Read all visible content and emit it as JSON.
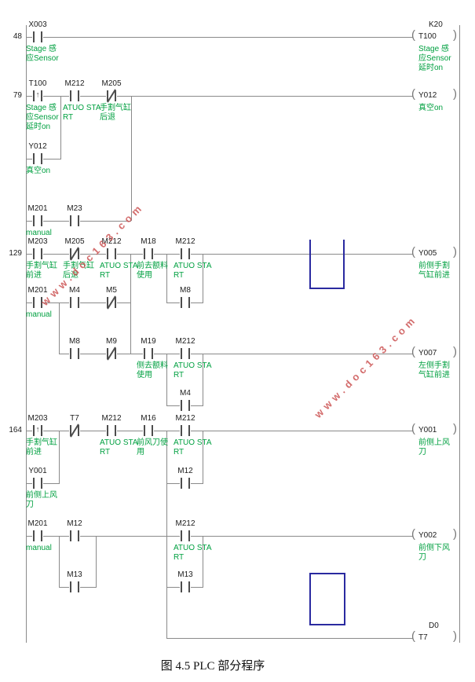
{
  "caption": "图 4.5 PLC 部分程序",
  "watermark": {
    "text": "www.doc163.com"
  },
  "colors": {
    "wire_gray": "#8a8a8a",
    "symbol_gray": "#4d4d4d",
    "comment_green": "#00a040",
    "label_black": "#1c1c1c",
    "watermark_red": "#cb5252",
    "selection_blue": "#2a2aa0",
    "background": "#ffffff"
  },
  "rungs": {
    "r48": {
      "number": "48",
      "x003": {
        "label": "X003",
        "comment": "Stage 感\n应Sensor"
      },
      "coil": {
        "label": "T100",
        "constant": "K20",
        "comment": "Stage 感\n应Sensor\n延时on"
      }
    },
    "r79": {
      "number": "79",
      "t100": {
        "label": "T100",
        "comment": "Stage 感\n应Sensor\n延时on"
      },
      "m212": {
        "label": "M212",
        "comment": "ATUO STA\nRT"
      },
      "m205": {
        "label": "M205",
        "comment": "手割气缸\n后退"
      },
      "y012": {
        "label": "Y012",
        "comment": "真空on"
      },
      "m201": {
        "label": "M201",
        "comment": "manual"
      },
      "m23": {
        "label": "M23"
      },
      "coil": {
        "label": "Y012",
        "comment": "真空on"
      }
    },
    "r129": {
      "number": "129",
      "m203": {
        "label": "M203",
        "comment": "手割气缸\n前进"
      },
      "m205": {
        "label": "M205",
        "comment": "手割气缸\n后退"
      },
      "m212a": {
        "label": "M212",
        "comment": "ATUO STA\nRT"
      },
      "m18": {
        "label": "M18",
        "comment": "前去额料\n使用"
      },
      "m212b": {
        "label": "M212",
        "comment": "ATUO STA\nRT"
      },
      "m201": {
        "label": "M201",
        "comment": "manual"
      },
      "m4a": {
        "label": "M4"
      },
      "m5": {
        "label": "M5"
      },
      "m8b": {
        "label": "M8"
      },
      "m8": {
        "label": "M8"
      },
      "m9": {
        "label": "M9"
      },
      "m19": {
        "label": "M19",
        "comment": "侧去额料\n使用"
      },
      "m212c": {
        "label": "M212",
        "comment": "ATUO STA\nRT"
      },
      "m4b": {
        "label": "M4"
      },
      "coil_y005": {
        "label": "Y005",
        "comment": "前侧手割\n气缸前进"
      },
      "coil_y007": {
        "label": "Y007",
        "comment": "左侧手割\n气缸前进"
      }
    },
    "r164": {
      "number": "164",
      "m203": {
        "label": "M203",
        "comment": "手割气缸\n前进"
      },
      "t7": {
        "label": "T7"
      },
      "m212a": {
        "label": "M212",
        "comment": "ATUO STA\nRT"
      },
      "m16": {
        "label": "M16",
        "comment": "前风刀使\n用"
      },
      "m212b": {
        "label": "M212",
        "comment": "ATUO STA\nRT"
      },
      "y001": {
        "label": "Y001",
        "comment": "前侧上风\n刀"
      },
      "m12b": {
        "label": "M12"
      },
      "m201": {
        "label": "M201",
        "comment": "manual"
      },
      "m12": {
        "label": "M12"
      },
      "m212c": {
        "label": "M212",
        "comment": "ATUO STA\nRT"
      },
      "m13a": {
        "label": "M13"
      },
      "m13b": {
        "label": "M13"
      },
      "coil_y001": {
        "label": "Y001",
        "comment": "前侧上风\n刀"
      },
      "coil_y002": {
        "label": "Y002",
        "comment": "前侧下风\n刀"
      },
      "coil_t7": {
        "label": "T7",
        "constant": "D0"
      }
    }
  }
}
